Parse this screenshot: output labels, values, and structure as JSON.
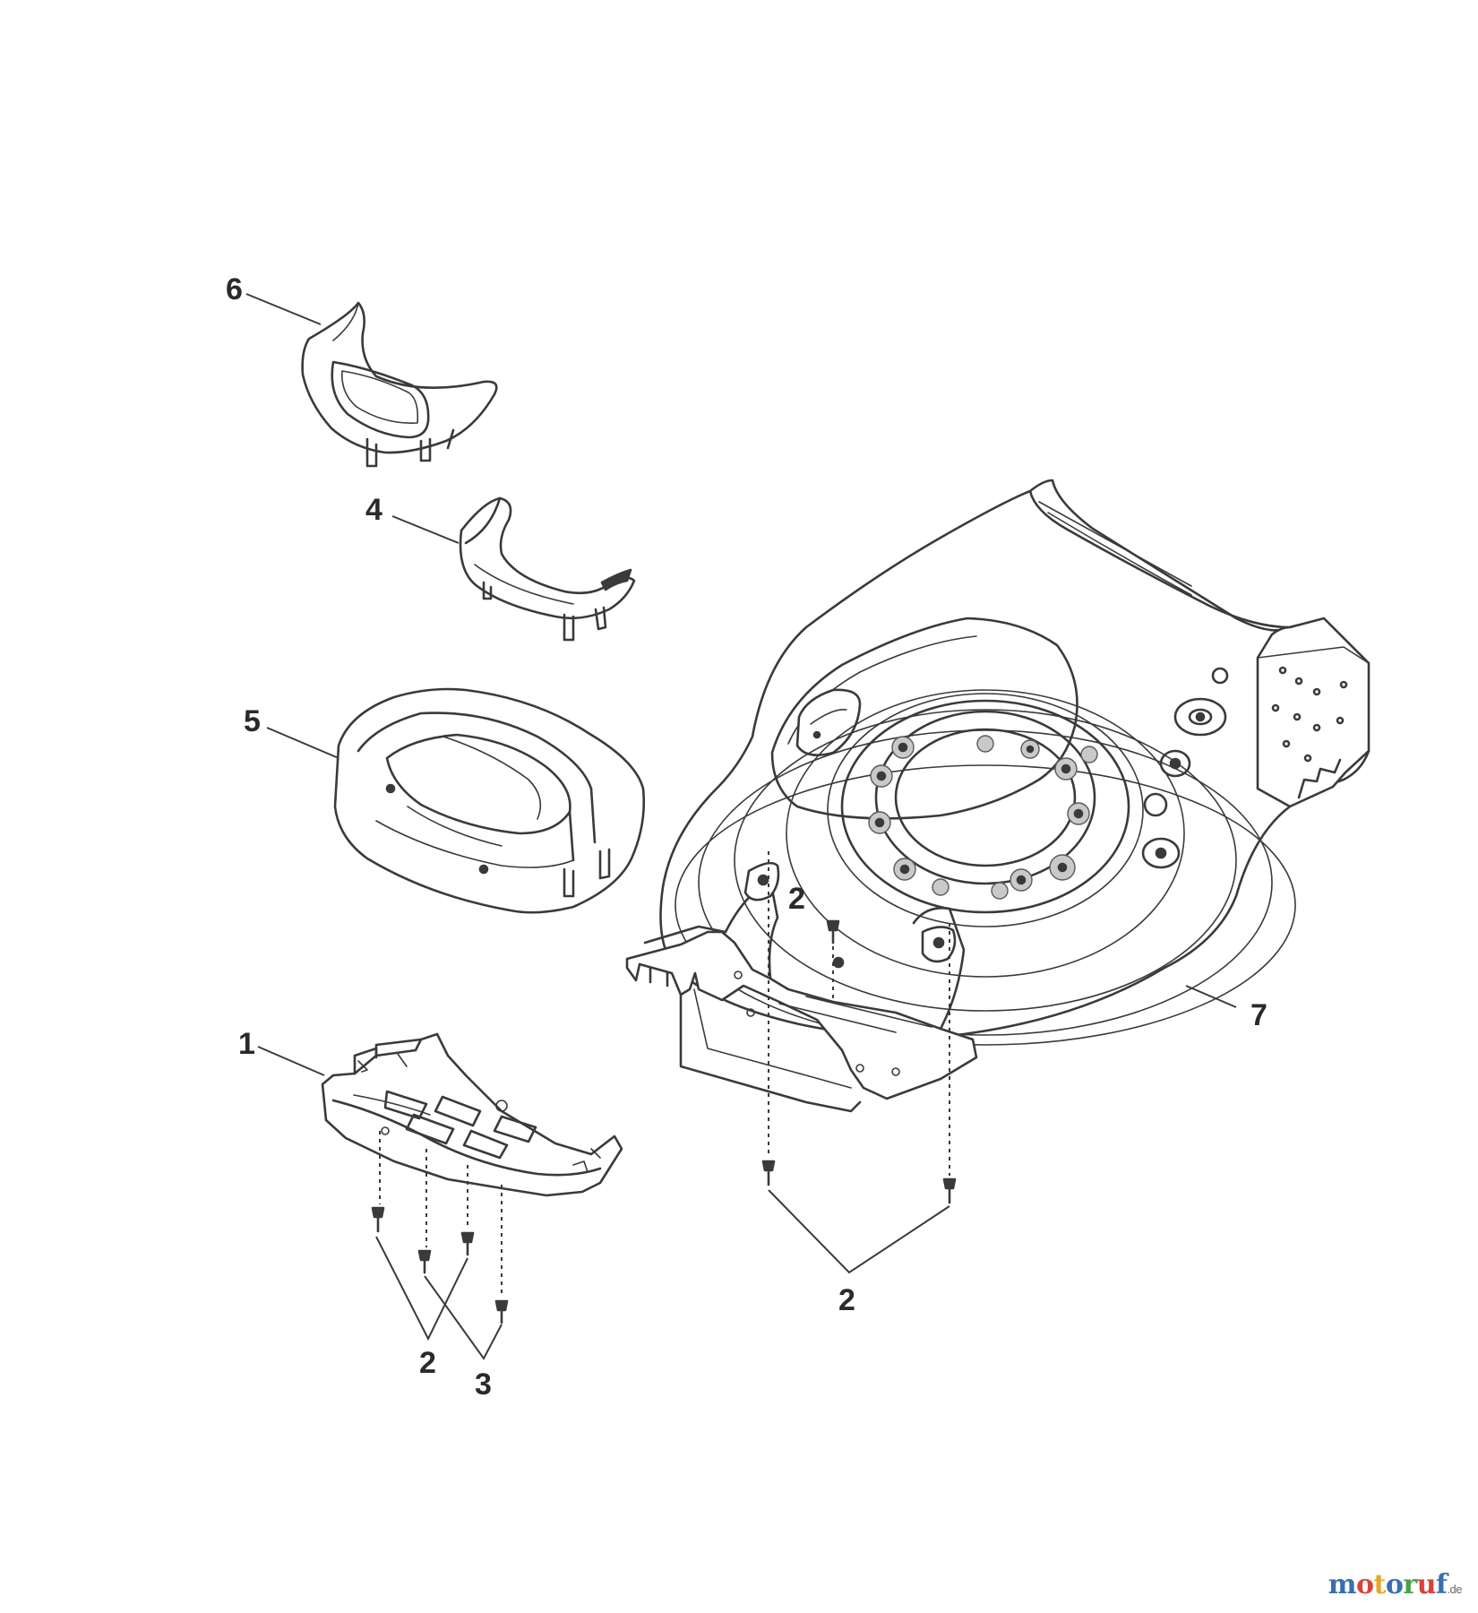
{
  "callouts": {
    "part6": "6",
    "part4": "4",
    "part5": "5",
    "part1": "1",
    "part7": "7",
    "part2_upper": "2",
    "part2_right": "2",
    "part2_left": "2",
    "part3": "3"
  },
  "watermark": {
    "brand": "motoruf",
    "tld": ".de"
  },
  "colors": {
    "line": "#3a3a3a",
    "background": "#ffffff"
  }
}
